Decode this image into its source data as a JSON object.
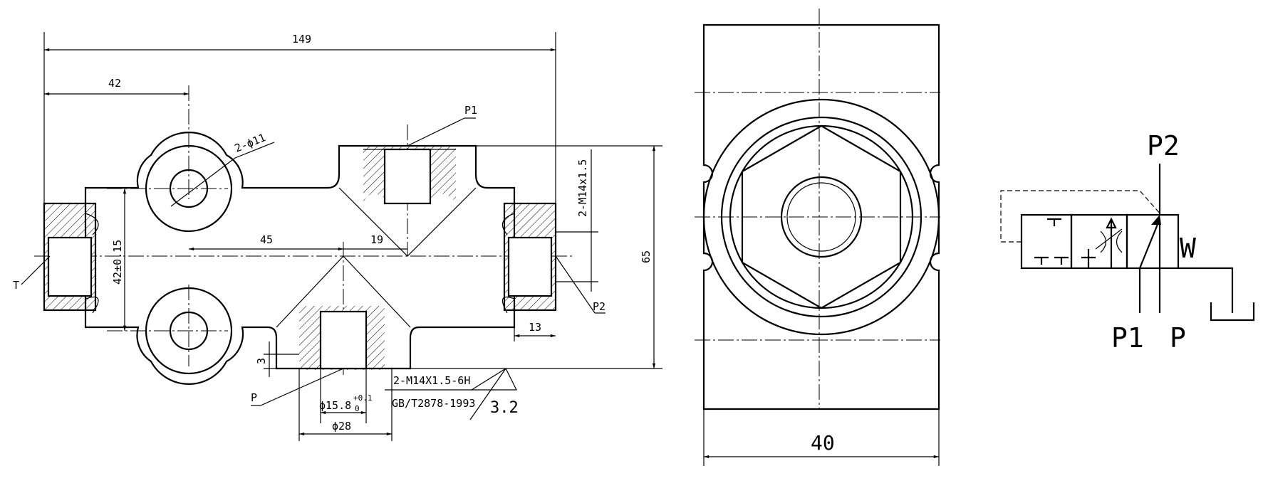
{
  "front_view": {
    "dim_overall_length": "149",
    "dim_hole_offset": "42",
    "dim_mount_holes": "2-ϕ11",
    "dim_hole_spacing": "42±0.15",
    "dim_port_offset": "45",
    "dim_cone_offset": "19",
    "dim_side_thread": "2-M14x1.5",
    "dim_height": "65",
    "dim_side_step": "13",
    "dim_depth": "3",
    "dim_bore": "ϕ15.8",
    "dim_bore_tol_upper": "+0.1",
    "dim_bore_tol_lower": "0",
    "dim_spotface": "ϕ28",
    "thread_note": "2-M14X1.5-6H",
    "standard_note": "GB/T2878-1993",
    "roughness": "3.2",
    "port_labels": {
      "top": "P1",
      "left": "T",
      "right": "P2",
      "bottom": "P"
    }
  },
  "side_view": {
    "dim_width": "40"
  },
  "symbol": {
    "port_top": "P2",
    "port_bottom_left": "P1",
    "port_bottom_right": "P",
    "spring_label": "W"
  }
}
